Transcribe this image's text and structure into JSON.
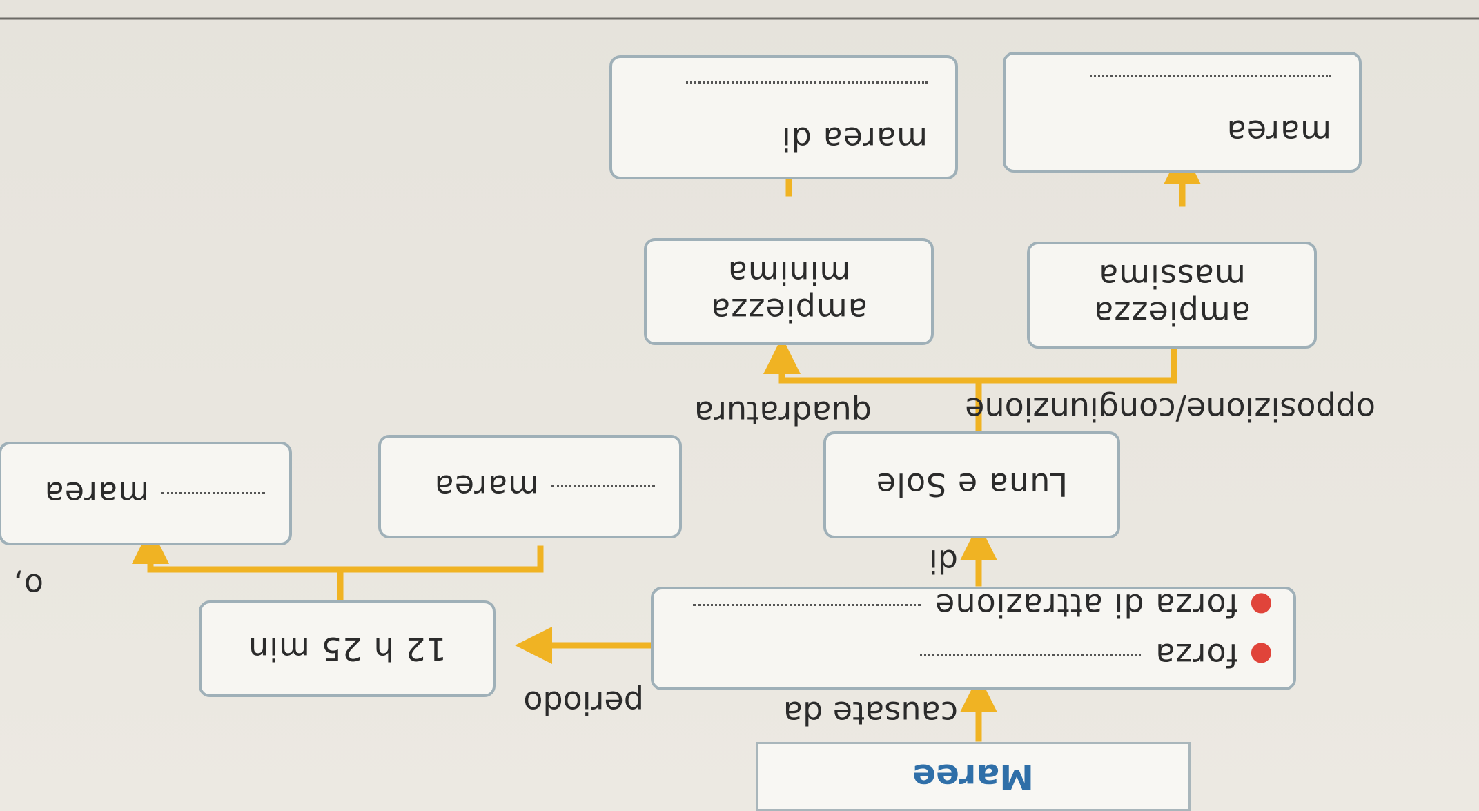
{
  "title": "Maree",
  "edge_labels": {
    "causate_da": "causate da",
    "periodo": "periodo",
    "di": "di",
    "quadratura": "quadratura",
    "opposizione": "opposizione/congiunzione"
  },
  "causes_box": {
    "items": [
      "forza",
      "forza di attrazione"
    ]
  },
  "period_value": "12 h 25 min",
  "cause_body": "Luna e Sole",
  "tide_left": "marea",
  "tide_right": "marea",
  "ampiezza_minima": "ampiezza minima",
  "ampiezza_massima": "ampiezza massima",
  "marea_di": "marea di",
  "marea_bottom": "marea",
  "edge_fragment": "o,",
  "colors": {
    "arrow": "#f0b323",
    "box_border": "#9fb0b8",
    "title": "#2f6fa8",
    "bullet": "#e0443a"
  }
}
